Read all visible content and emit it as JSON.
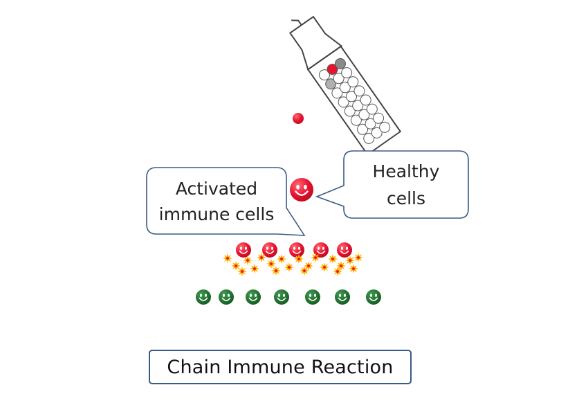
{
  "callouts": {
    "activated": {
      "line1": "Activated",
      "line2": "immune cells"
    },
    "healthy": {
      "line1": "Healthy",
      "line2": "cells"
    }
  },
  "caption": "Chain Immune Reaction",
  "colors": {
    "activated_cell": "#e8122f",
    "healthy_cell": "#1e6e2c",
    "explosion_outer": "#ffb000",
    "explosion_inner": "#e8122f",
    "bubble_border": "#3a5a86",
    "syringe_stroke": "#444444"
  },
  "icons": [
    "syringe-icon",
    "smiley-icon",
    "explosion-icon"
  ]
}
